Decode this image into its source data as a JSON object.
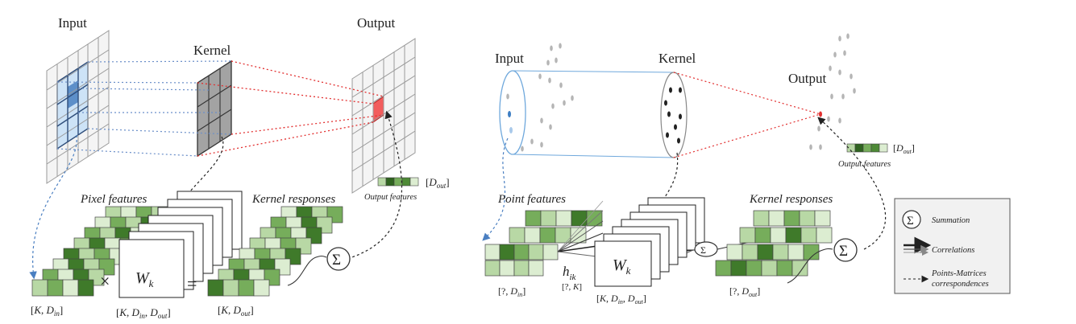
{
  "left": {
    "input_label": "Input",
    "kernel_label": "Kernel",
    "output_label": "Output",
    "output_features_label": "Output features",
    "output_dim": "[D_out]",
    "pixel_features_label": "Pixel features",
    "kernel_responses_label": "Kernel responses",
    "weight_label": "W_k",
    "times_symbol": "×",
    "equals_symbol": "=",
    "sum_symbol": "Σ",
    "input_dim": "[K, D_in]",
    "weight_dim": "[K, D_in, D_out]",
    "response_dim": "[K, D_out]"
  },
  "right": {
    "input_label": "Input",
    "kernel_label": "Kernel",
    "output_label": "Output",
    "output_features_label": "Output features",
    "output_dim": "[D_out]",
    "point_features_label": "Point features",
    "kernel_responses_label": "Kernel responses",
    "weight_label": "W_k",
    "h_label": "h_ik",
    "h_dim": "[?, K]",
    "sum_symbol": "Σ",
    "input_dim": "[?, D_in]",
    "weight_dim": "[K, D_in, D_out]",
    "response_dim": "[?, D_out]"
  },
  "legend": {
    "summation": "Summation",
    "correlations": "Correlations",
    "correspondences": "Points-Matrices correspondences"
  },
  "colors": {
    "dark_green": "#3f7a2a",
    "mid_green": "#76ad5b",
    "light_green": "#b8d8a5",
    "pale_green": "#dcedd1",
    "input_blue": "#cde3f7",
    "kernel_gray": "#9a9a9a",
    "output_red": "#f25d5d"
  }
}
